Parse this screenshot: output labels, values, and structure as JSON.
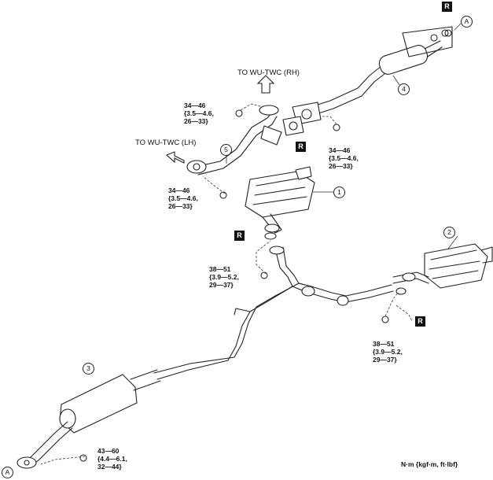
{
  "torques": [
    {
      "nm": "34—46",
      "kgf": "{3.5—4.6,",
      "ftlbf": "26—33}"
    },
    {
      "nm": "34—46",
      "kgf": "{3.5—4.6,",
      "ftlbf": "26—33}"
    },
    {
      "nm": "34—46",
      "kgf": "{3.5—4.6,",
      "ftlbf": "26—33}"
    },
    {
      "nm": "38—51",
      "kgf": "{3.9—5.2,",
      "ftlbf": "29—37}"
    },
    {
      "nm": "38—51",
      "kgf": "{3.9—5.2,",
      "ftlbf": "29—37}"
    },
    {
      "nm": "43—60",
      "kgf": "{4.4—6.1,",
      "ftlbf": "32—44}"
    }
  ],
  "directions": {
    "rh": "TO WU-TWC (RH)",
    "lh": "TO WU-TWC (LH)"
  },
  "badge": "R",
  "callouts": [
    "1",
    "2",
    "3",
    "4",
    "5"
  ],
  "marker": "A",
  "units": "N·m {kgf·m, ft·lbf}"
}
